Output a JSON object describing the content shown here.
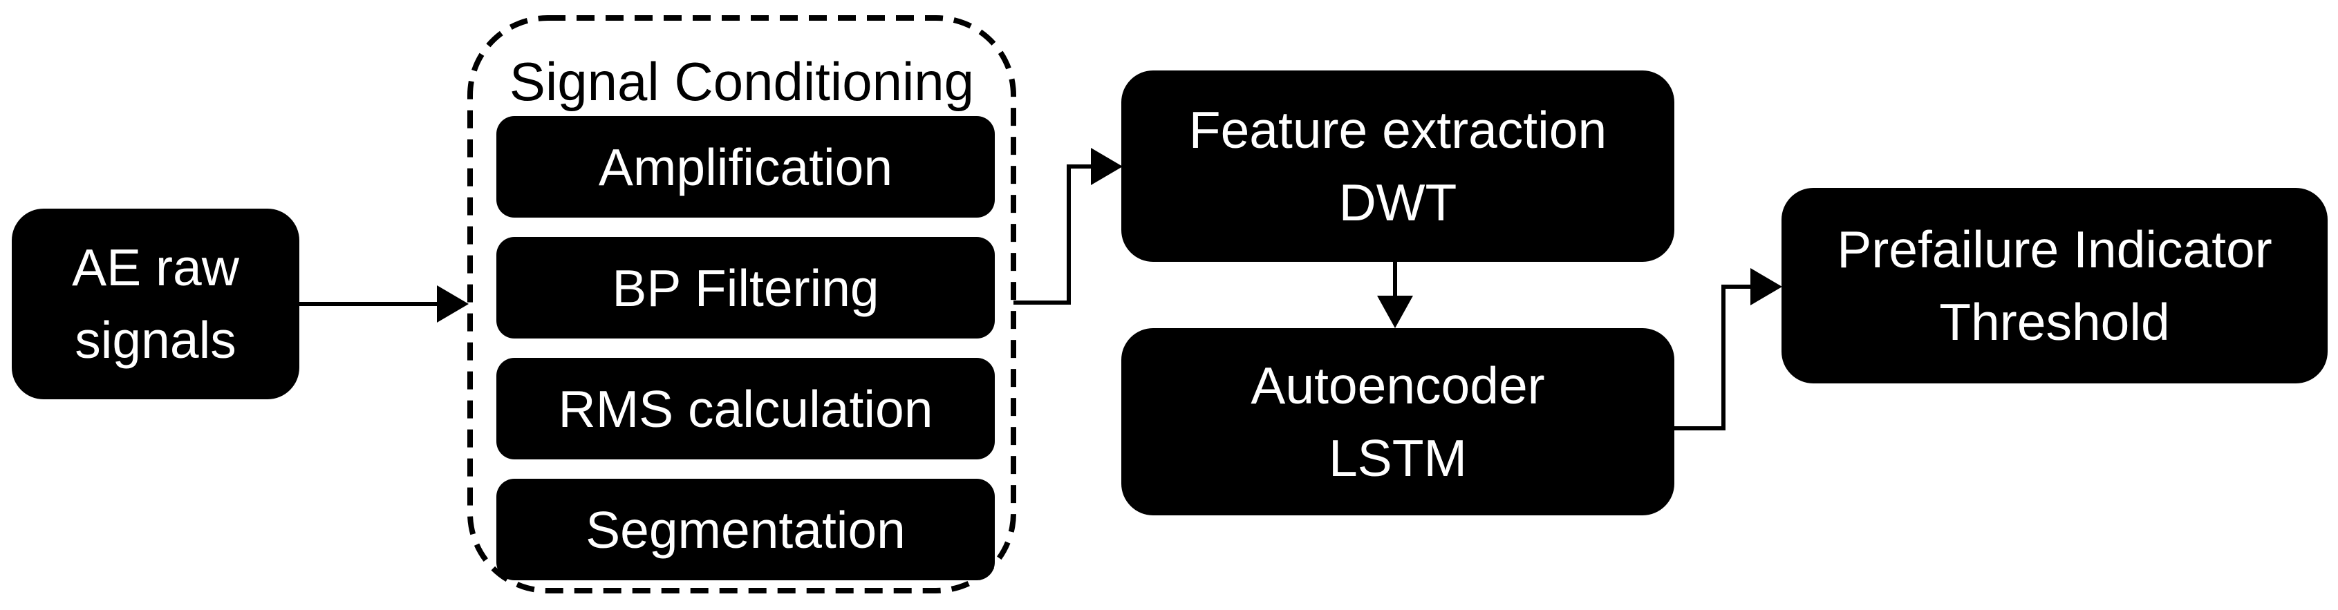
{
  "diagram": {
    "colors": {
      "background": "#ffffff",
      "node_fill": "#000000",
      "node_text": "#ffffff",
      "line": "#000000"
    },
    "nodes": {
      "ae_raw": {
        "label": "AE raw\nsignals"
      },
      "feature_extraction": {
        "label": "Feature extraction\nDWT"
      },
      "autoencoder_lstm": {
        "label": "Autoencoder\nLSTM"
      },
      "prefailure_indicator": {
        "label": "Prefailure Indicator\nThreshold"
      }
    },
    "signal_conditioning": {
      "title": "Signal Conditioning",
      "steps": [
        "Amplification",
        "BP Filtering",
        "RMS calculation",
        "Segmentation"
      ]
    }
  }
}
